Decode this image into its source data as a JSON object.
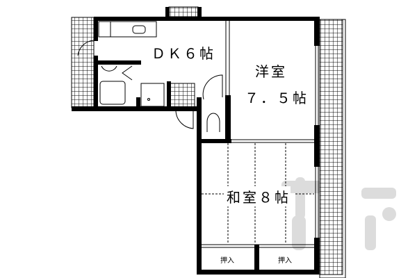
{
  "floor_plan": {
    "rooms": [
      {
        "id": "dk",
        "label": "ＤＫ６帖"
      },
      {
        "id": "western",
        "label": "洋室",
        "size": "７．５帖"
      },
      {
        "id": "japanese",
        "label": "和室８帖"
      }
    ],
    "closets": [
      "押入",
      "押入"
    ]
  },
  "colors": {
    "line": "#000000",
    "watermark": "#d9d9d9"
  }
}
